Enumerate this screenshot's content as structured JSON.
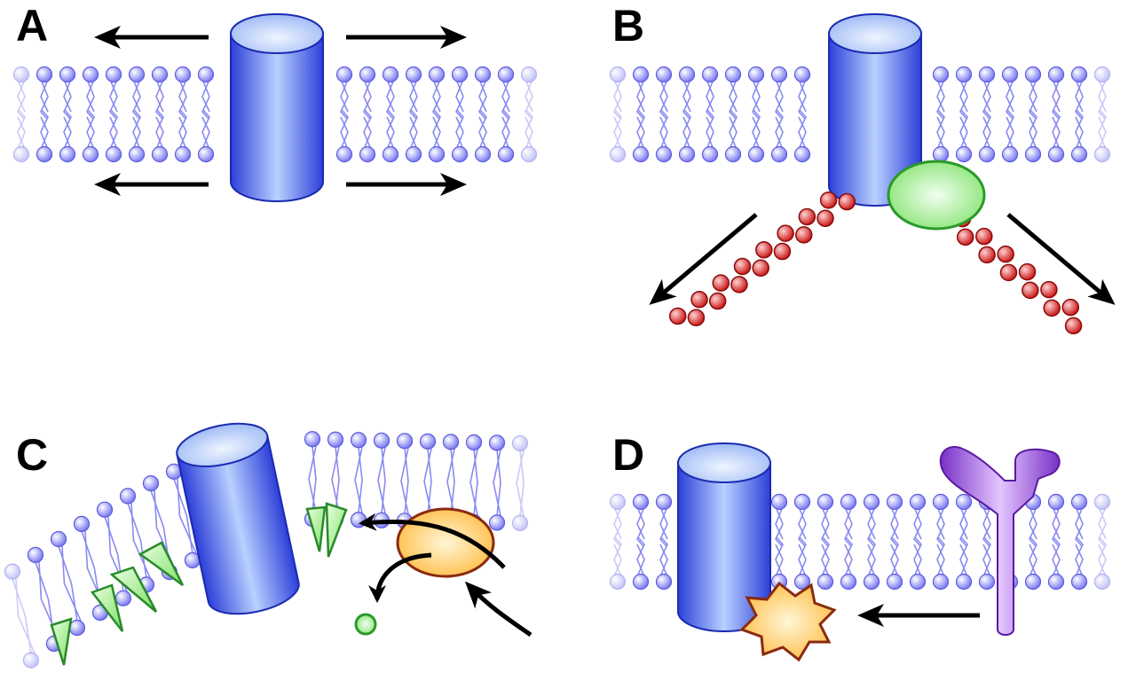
{
  "figure": {
    "panels": [
      {
        "label": "A"
      },
      {
        "label": "B"
      },
      {
        "label": "C"
      },
      {
        "label": "D"
      }
    ]
  },
  "colors": {
    "lipid_head": "#7c7cf2",
    "lipid_tail": "#8a8af0",
    "channel_blue": "#3a4de0",
    "channel_light": "#d6e6ff",
    "actin_red": "#d42a2a",
    "green_protein": "#b9f7a8",
    "green_outline": "#2a9a2a",
    "orange_protein": "#ffd98a",
    "orange_outline": "#8a2a10",
    "receptor_purple": "#9b5ad8",
    "arrow": "#000000"
  },
  "icons": {
    "channel": "cylinder-ion-channel-icon",
    "actin": "bead-chain-filament-icon",
    "linker": "oval-linker-protein-icon",
    "enzyme": "oval-enzyme-icon",
    "lipid": "wedge-lipid-icon",
    "receptor": "y-receptor-icon",
    "messenger": "star-messenger-icon"
  }
}
